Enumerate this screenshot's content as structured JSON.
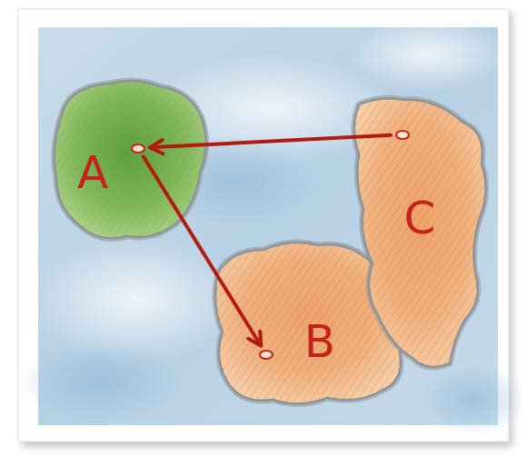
{
  "diagram": {
    "nodes": [
      {
        "text": [
          "A"
        ]
      },
      {
        "text": [
          "B"
        ]
      },
      {
        "text": [
          "C"
        ]
      }
    ],
    "edges": [
      {
        "from": 2,
        "to": 0,
        "arrow": "to"
      },
      {
        "from": 0,
        "to": 1,
        "arrow": "to"
      }
    ]
  }
}
